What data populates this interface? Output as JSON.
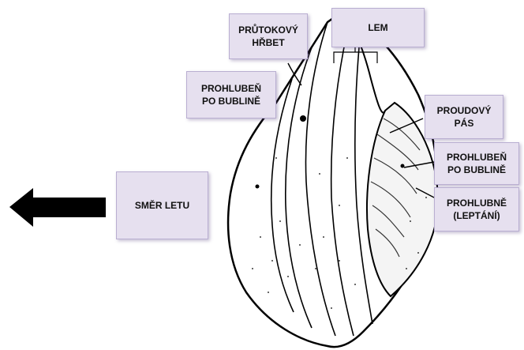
{
  "labels": {
    "flow_ridge": {
      "line1": "PRŮTOKOVÝ",
      "line2": "HŘBET"
    },
    "rim": {
      "line1": "LEM"
    },
    "bubble_pit_left": {
      "line1": "PROHLUBEŇ",
      "line2": "PO BUBLINĚ"
    },
    "flow_band": {
      "line1": "PROUDOVÝ",
      "line2": "PÁS"
    },
    "bubble_pit_right": {
      "line1": "PROHLUBEŇ",
      "line2": "PO BUBLINĚ"
    },
    "etch_pits": {
      "line1": "PROHLUBNĚ",
      "line2": "(LEPTÁNÍ)"
    },
    "flight_direction": {
      "line1": "SMĚR LETU"
    }
  },
  "colors": {
    "label_fill": "#e6e0ef",
    "label_border": "#b9aed1",
    "ink": "#111111",
    "background": "#ffffff"
  },
  "icons": {
    "arrow": "left-arrow-icon"
  }
}
